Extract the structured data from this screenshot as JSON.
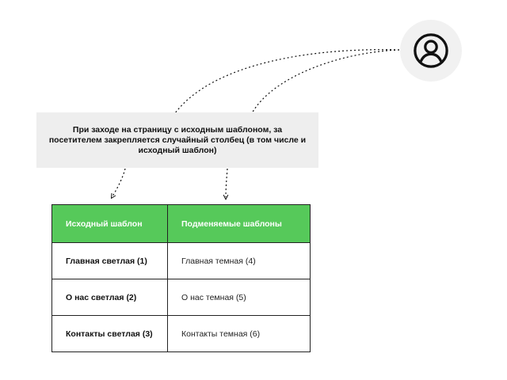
{
  "note": {
    "text": "При заходе на  страницу с исходным шаблоном, за посетителем закрепляется случайный столбец (в том числе и исходный шаблон)"
  },
  "user": {
    "icon": "user-icon"
  },
  "table": {
    "header_color": "#56c95a",
    "columns": [
      "Исходный шаблон",
      "Подменяемые шаблоны"
    ],
    "rows": [
      {
        "original": "Главная светлая (1)",
        "replacement": "Главная темная (4)"
      },
      {
        "original": "О нас светлая (2)",
        "replacement": "О нас темная (5)"
      },
      {
        "original": "Контакты светлая (3)",
        "replacement": "Контакты темная (6)"
      }
    ]
  }
}
